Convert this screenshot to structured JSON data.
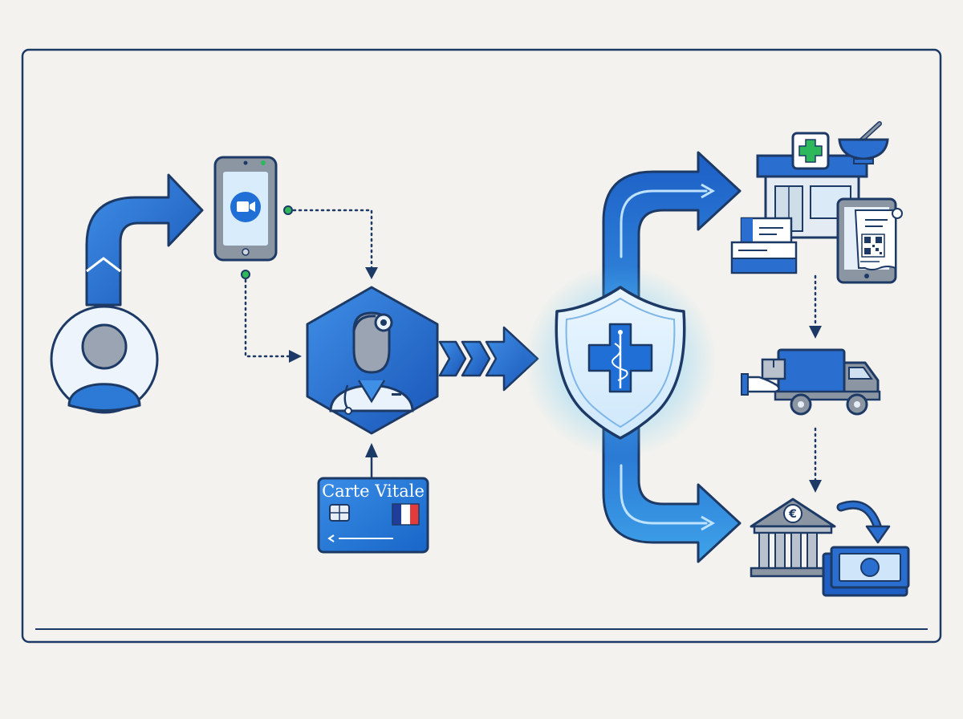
{
  "carte_vitale": {
    "label": "Carte Vitale"
  },
  "colors": {
    "background": "#f3f2ee",
    "frame": "#1d3a66",
    "primary_blue": "#1f6fd6",
    "dark_blue": "#1a4fa8",
    "light_blue": "#3f9de8",
    "green_cross": "#2eb85c",
    "gray": "#8c96a3",
    "glow": "#4fc3f7"
  },
  "flow": {
    "nodes": [
      {
        "id": "patient",
        "icon": "person-icon"
      },
      {
        "id": "teleconsultation",
        "icon": "smartphone-video-icon"
      },
      {
        "id": "doctor",
        "icon": "doctor-icon"
      },
      {
        "id": "carte-vitale",
        "icon": "health-card-icon"
      },
      {
        "id": "health-insurance",
        "icon": "shield-cross-icon"
      },
      {
        "id": "pharmacy",
        "icon": "pharmacy-icon"
      },
      {
        "id": "e-prescription",
        "icon": "tablet-qr-prescription-icon"
      },
      {
        "id": "home-delivery",
        "icon": "delivery-truck-icon"
      },
      {
        "id": "reimbursement",
        "icon": "bank-euro-icon"
      },
      {
        "id": "payment",
        "icon": "banknote-icon"
      }
    ]
  }
}
